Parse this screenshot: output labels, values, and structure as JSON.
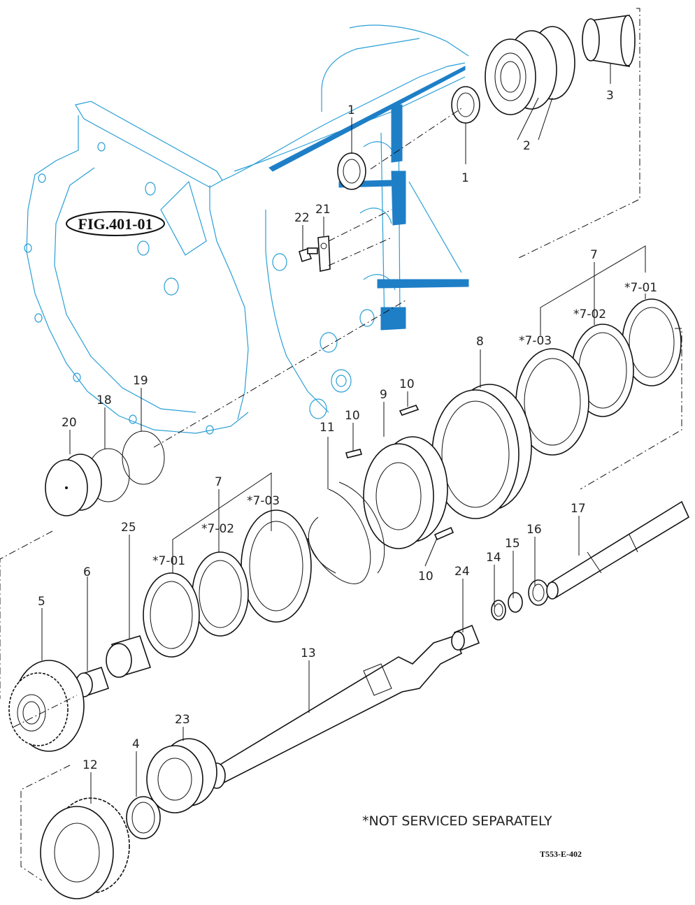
{
  "figure_ref": "FIG.401-01",
  "footnote": "*NOT SERVICED SEPARATELY",
  "drawing_code": "T553-E-402",
  "colors": {
    "housing": "#2a9fd6",
    "housing_fill": "#1e7fc7",
    "parts": "#111111"
  },
  "callouts": {
    "c1a": "1",
    "c1b": "1",
    "c2": "2",
    "c3": "3",
    "c4": "4",
    "c5": "5",
    "c6": "6",
    "c7top": "7",
    "c7_01top": "*7-01",
    "c7_02top": "*7-02",
    "c7_03top": "*7-03",
    "c7bot": "7",
    "c7_01bot": "*7-01",
    "c7_02bot": "*7-02",
    "c7_03bot": "*7-03",
    "c8": "8",
    "c9": "9",
    "c10a": "10",
    "c10b": "10",
    "c10c": "10",
    "c11": "11",
    "c12": "12",
    "c13": "13",
    "c14": "14",
    "c15": "15",
    "c16": "16",
    "c17": "17",
    "c18": "18",
    "c19": "19",
    "c20": "20",
    "c21": "21",
    "c22": "22",
    "c23": "23",
    "c24": "24",
    "c25": "25"
  }
}
